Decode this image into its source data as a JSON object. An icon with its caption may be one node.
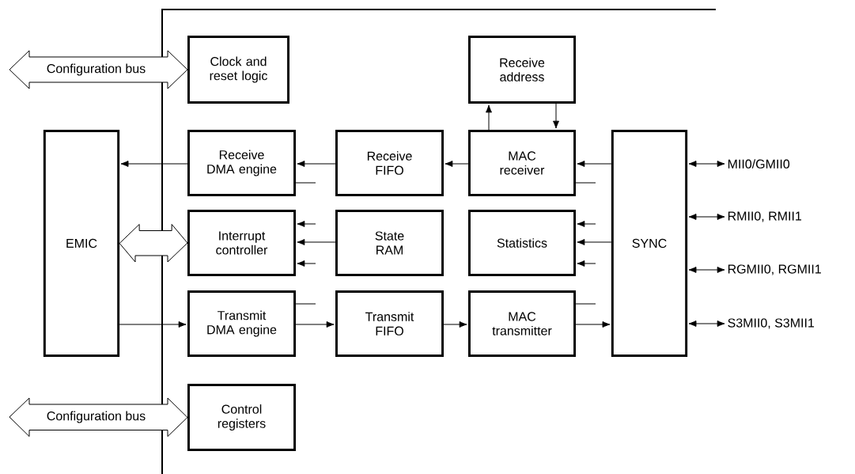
{
  "diagram": {
    "nodes": [
      {
        "text": [
          "Clock and reset logic"
        ]
      },
      {
        "text": [
          "Receive address"
        ]
      },
      {
        "text": [
          "EMIC"
        ]
      },
      {
        "text": [
          "Receive DMA engine"
        ]
      },
      {
        "text": [
          "Receive FIFO"
        ]
      },
      {
        "text": [
          "MAC receiver"
        ]
      },
      {
        "text": [
          "SYNC"
        ]
      },
      {
        "text": [
          "Interrupt controller"
        ]
      },
      {
        "text": [
          "State RAM"
        ]
      },
      {
        "text": [
          "Statistics"
        ]
      },
      {
        "text": [
          "Transmit DMA engine"
        ]
      },
      {
        "text": [
          "Transmit FIFO"
        ]
      },
      {
        "text": [
          "MAC transmitter"
        ]
      },
      {
        "text": [
          "Control registers"
        ]
      },
      {
        "text": [
          "MII0/GMII0"
        ]
      },
      {
        "text": [
          "RMII0, RMII1"
        ]
      },
      {
        "text": [
          "RGMII0, RGMII1"
        ]
      },
      {
        "text": [
          "S3MII0, S3MII1"
        ]
      }
    ],
    "edges": [
      {
        "from": null,
        "to": 0,
        "arrow": "both",
        "label": "Configuration bus",
        "style": "thick"
      },
      {
        "from": 3,
        "to": 2,
        "arrow": "to"
      },
      {
        "from": 4,
        "to": 3,
        "arrow": "to"
      },
      {
        "from": 5,
        "to": 4,
        "arrow": "to"
      },
      {
        "from": 6,
        "to": 5,
        "arrow": "to"
      },
      {
        "from": 5,
        "to": 1,
        "arrow": "to"
      },
      {
        "from": 1,
        "to": 5,
        "arrow": "to"
      },
      {
        "from": 3,
        "to": null,
        "arrow": "none"
      },
      {
        "from": 5,
        "to": null,
        "arrow": "none"
      },
      {
        "from": 2,
        "to": 7,
        "arrow": "both",
        "style": "thick"
      },
      {
        "from": null,
        "to": 7,
        "arrow": "to"
      },
      {
        "from": 8,
        "to": 7,
        "arrow": "to"
      },
      {
        "from": null,
        "to": 7,
        "arrow": "to"
      },
      {
        "from": null,
        "to": 9,
        "arrow": "to"
      },
      {
        "from": 6,
        "to": 9,
        "arrow": "to"
      },
      {
        "from": null,
        "to": 9,
        "arrow": "to"
      },
      {
        "from": 10,
        "to": null,
        "arrow": "none"
      },
      {
        "from": 2,
        "to": 10,
        "arrow": "to"
      },
      {
        "from": 10,
        "to": 11,
        "arrow": "to"
      },
      {
        "from": 11,
        "to": 12,
        "arrow": "to"
      },
      {
        "from": 12,
        "to": null,
        "arrow": "none"
      },
      {
        "from": 12,
        "to": 6,
        "arrow": "to"
      },
      {
        "from": null,
        "to": 13,
        "arrow": "both",
        "label": "Configuration bus",
        "style": "thick"
      },
      {
        "from": 6,
        "to": 14,
        "arrow": "both"
      },
      {
        "from": 6,
        "to": 15,
        "arrow": "both"
      },
      {
        "from": 6,
        "to": 16,
        "arrow": "both"
      },
      {
        "from": 6,
        "to": 17,
        "arrow": "both"
      }
    ]
  }
}
